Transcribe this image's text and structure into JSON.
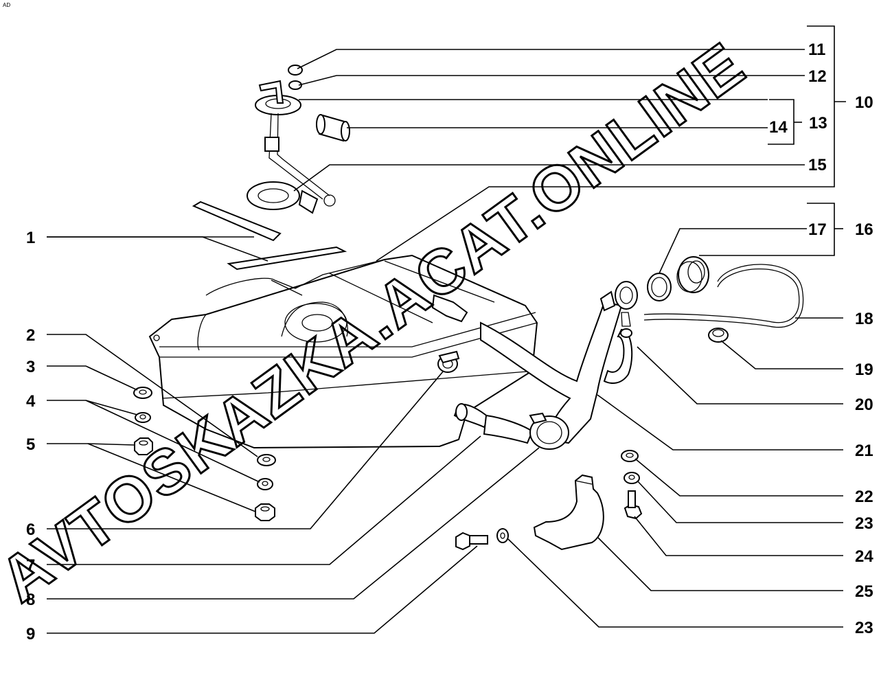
{
  "corner_mark": "AD",
  "watermark": "AVTOSKAZKA.ACAT.ONLINE",
  "labels": {
    "l1": "1",
    "l2": "2",
    "l3": "3",
    "l4": "4",
    "l5": "5",
    "l6": "6",
    "l7": "7",
    "l8": "8",
    "l9": "9",
    "l10": "10",
    "l11": "11",
    "l12": "12",
    "l13": "13",
    "l14": "14",
    "l15": "15",
    "l16": "16",
    "l17": "17",
    "l18": "18",
    "l19": "19",
    "l20": "20",
    "l21": "21",
    "l22": "22",
    "l23a": "23",
    "l23b": "23",
    "l24": "24",
    "l25": "25"
  }
}
